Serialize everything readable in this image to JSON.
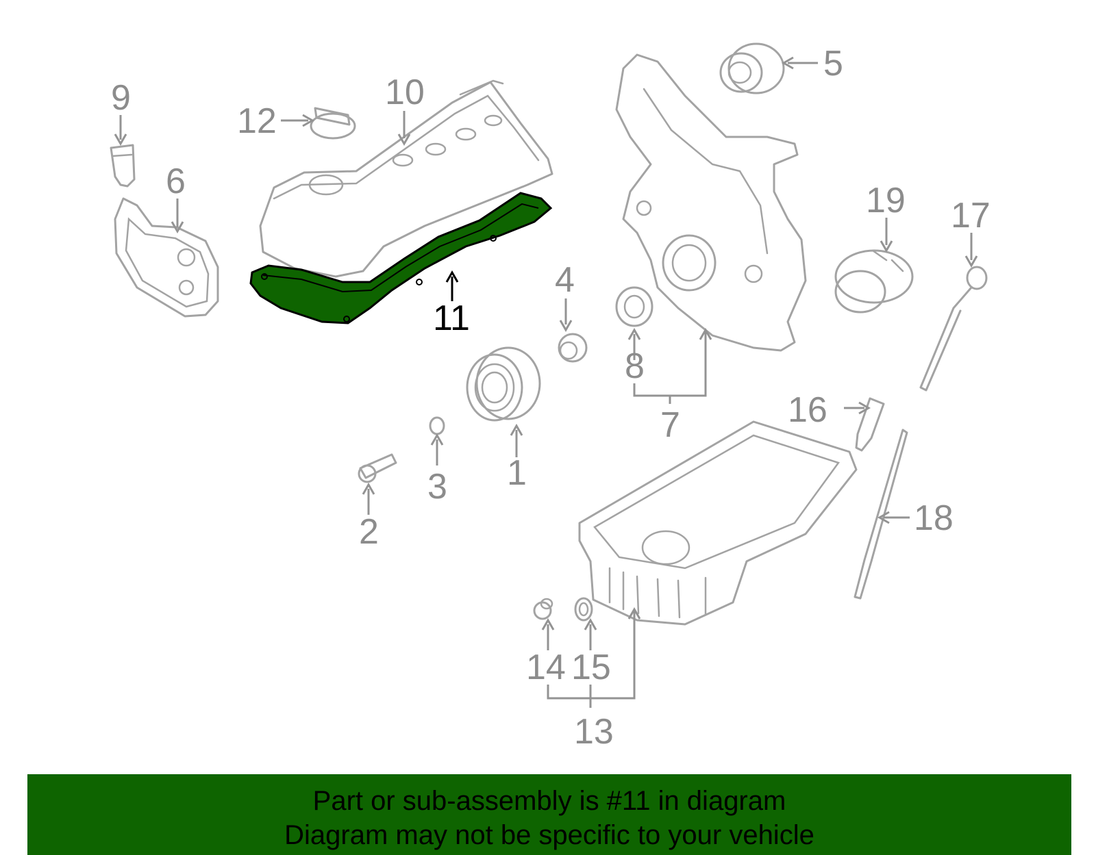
{
  "diagram": {
    "callouts": {
      "c1": "1",
      "c2": "2",
      "c3": "3",
      "c4": "4",
      "c5": "5",
      "c6": "6",
      "c7": "7",
      "c8": "8",
      "c9": "9",
      "c10": "10",
      "c11": "11",
      "c12": "12",
      "c13": "13",
      "c14": "14",
      "c15": "15",
      "c16": "16",
      "c17": "17",
      "c18": "18",
      "c19": "19"
    },
    "highlight_part": "11",
    "colors": {
      "highlight_fill": "#0e6400",
      "line_gray": "#a3a3a3",
      "label_gray": "#8c8c8c"
    }
  },
  "banner": {
    "line1": "Part or sub-assembly is #11 in diagram",
    "line2": "Diagram may not be specific to your vehicle",
    "color": "#0e6400"
  }
}
